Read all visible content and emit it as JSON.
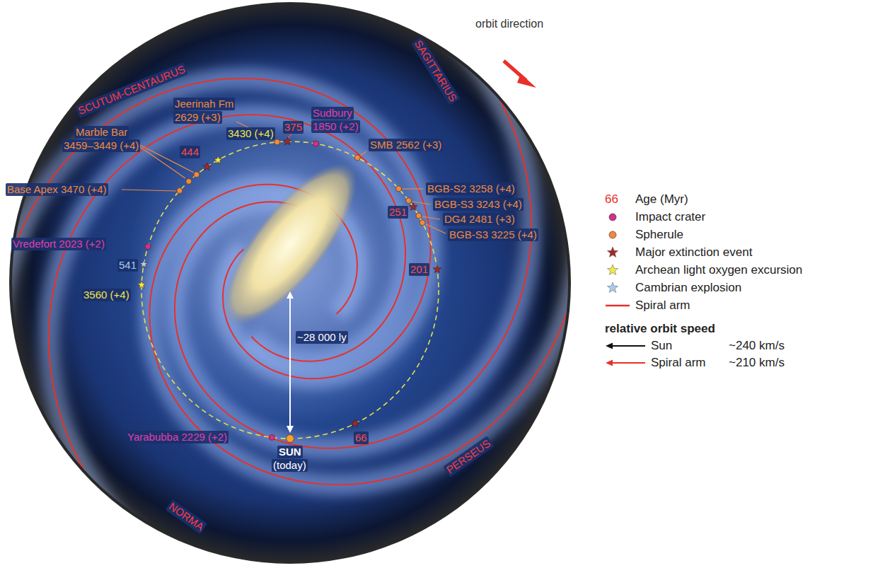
{
  "diagram": {
    "labels": [
      "orbit direction",
      "SCUTUM-CENTAURUS",
      "SAGITTARIUS",
      "PERSEUS",
      "NORMA",
      "Jeerinah Fm",
      "2629 (+3)",
      "375",
      "Sudbury",
      "1850 (+2)",
      "SMB 2562 (+3)",
      "Marble Bar",
      "3459–3449 (+4)",
      "444",
      "3430 (+4)",
      "Base Apex 3470 (+4)",
      "BGB-S2 3258 (+4)",
      "BGB-S3 3243 (+4)",
      "251",
      "DG4 2481 (+3)",
      "BGB-S3 3225 (+4)",
      "201",
      "Vredefort 2023 (+2)",
      "541",
      "3560 (+4)",
      "~28 000 ly",
      "66",
      "Yarabubba 2229 (+2)",
      "SUN",
      "(today)",
      "66",
      "relative orbit speed",
      "~240 km/s",
      "~210 km/s"
    ],
    "legend": [
      {
        "text": "Age (Myr)"
      },
      {
        "text": "Impact crater",
        "color": "#d0308f"
      },
      {
        "text": "Spherule",
        "color": "#f08a40"
      },
      {
        "text": "Major extinction event",
        "color": "#a02a2a"
      },
      {
        "text": "Archean light oxygen excursion",
        "color": "#f0e84a"
      },
      {
        "text": "Cambrian explosion",
        "color": "#a8ccf0"
      },
      {
        "text": "Spiral arm"
      },
      {
        "text": "Sun"
      },
      {
        "text": "Spiral arm"
      }
    ]
  }
}
